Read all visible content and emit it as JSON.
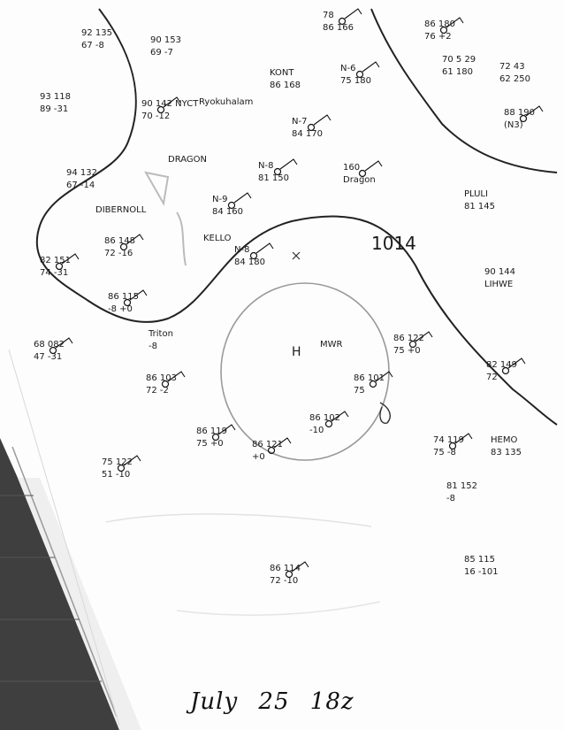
{
  "map": {
    "caption": "July 25 18z",
    "isobar_label": "1014",
    "high_label": "H",
    "high_label2": "MWR",
    "stations": [
      {
        "id": "s01",
        "l1": "92 135",
        "l2": "67 -8",
        "dot": false
      },
      {
        "id": "s02",
        "l1": "90 153",
        "l2": "69 -7",
        "dot": false
      },
      {
        "id": "s03",
        "l1": "93 118",
        "l2": "89 -31",
        "dot": false
      },
      {
        "id": "s04",
        "l1": "90 142 NYCT",
        "l2": "70 -12",
        "dot": true
      },
      {
        "id": "s05",
        "l1": "Ryokuhalam",
        "l2": "",
        "dot": false
      },
      {
        "id": "s06",
        "l1": "94 132",
        "l2": "67 -14",
        "dot": false
      },
      {
        "id": "s07",
        "l1": "DIBERNOLL",
        "l2": "",
        "dot": false
      },
      {
        "id": "s08",
        "l1": "86 148",
        "l2": "72 -16",
        "dot": true
      },
      {
        "id": "s09",
        "l1": "82 151",
        "l2": "74 -31",
        "dot": true
      },
      {
        "id": "s10",
        "l1": "86 115",
        "l2": "-8 +0",
        "dot": true
      },
      {
        "id": "s11",
        "l1": "68 082",
        "l2": "47 -31",
        "dot": true
      },
      {
        "id": "s12",
        "l1": "Triton",
        "l2": "-8",
        "dot": false
      },
      {
        "id": "s13",
        "l1": "86 103",
        "l2": "72 -2",
        "dot": true
      },
      {
        "id": "s14",
        "l1": "75 122",
        "l2": "51 -10",
        "dot": true
      },
      {
        "id": "s15",
        "l1": "86 119",
        "l2": "75 +0",
        "dot": true
      },
      {
        "id": "s16",
        "l1": "86 121",
        "l2": "+0",
        "dot": true
      },
      {
        "id": "s17",
        "l1": "86 102",
        "l2": "-10",
        "dot": true
      },
      {
        "id": "s18",
        "l1": "86 101",
        "l2": "75",
        "dot": true
      },
      {
        "id": "s19",
        "l1": "86 122",
        "l2": "75 +0",
        "dot": true
      },
      {
        "id": "s20",
        "l1": "74 119",
        "l2": "75 -8",
        "dot": true
      },
      {
        "id": "s21",
        "l1": "81 152",
        "l2": "-8",
        "dot": false
      },
      {
        "id": "s22",
        "l1": "HEMO",
        "l2": "83 135",
        "dot": false
      },
      {
        "id": "s23",
        "l1": "82 149",
        "l2": "72",
        "dot": true
      },
      {
        "id": "s24",
        "l1": "90 144",
        "l2": "LIHWE",
        "dot": false
      },
      {
        "id": "s25",
        "l1": "PLULI",
        "l2": "81 145",
        "dot": false
      },
      {
        "id": "s26",
        "l1": "86 114",
        "l2": "72 -10",
        "dot": true
      },
      {
        "id": "s27",
        "l1": "85 115",
        "l2": "16 -101",
        "dot": false
      },
      {
        "id": "s28",
        "l1": "N-9",
        "l2": "84 160",
        "dot": true
      },
      {
        "id": "s29",
        "l1": "N-8",
        "l2": "81 150",
        "dot": true
      },
      {
        "id": "s30",
        "l1": "N-7",
        "l2": "84 170",
        "dot": true
      },
      {
        "id": "s31",
        "l1": "KONT",
        "l2": "86 168",
        "dot": false
      },
      {
        "id": "s32",
        "l1": "N-8",
        "l2": "84 180",
        "dot": true
      },
      {
        "id": "s33",
        "l1": "160",
        "l2": "Dragon",
        "dot": true
      },
      {
        "id": "s34",
        "l1": "78",
        "l2": "86 166",
        "dot": true
      },
      {
        "id": "s35",
        "l1": "N-6",
        "l2": "75 180",
        "dot": true
      },
      {
        "id": "s36",
        "l1": "86 180",
        "l2": "76 +2",
        "dot": true
      },
      {
        "id": "s37",
        "l1": "70 5 29",
        "l2": "61 180",
        "dot": false
      },
      {
        "id": "s38",
        "l1": "72 43",
        "l2": "62 250",
        "dot": false
      },
      {
        "id": "s39",
        "l1": "88 190",
        "l2": "(N3)",
        "dot": true
      },
      {
        "id": "s40",
        "l1": "KELLO",
        "l2": "",
        "dot": false
      },
      {
        "id": "s41",
        "l1": "DRAGON",
        "l2": "",
        "dot": false
      }
    ]
  }
}
